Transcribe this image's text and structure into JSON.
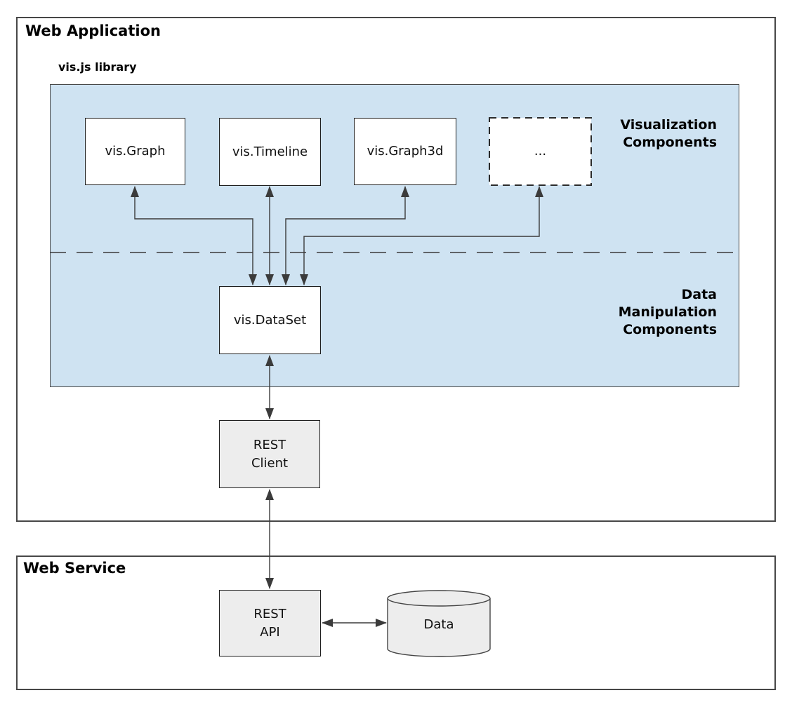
{
  "colors": {
    "panel_blue": "#cfe3f2",
    "node_gray": "#ededed",
    "line": "#3b3b3b"
  },
  "web_application": {
    "title": "Web Application",
    "vis_library": {
      "title": "vis.js library",
      "sections": {
        "visualization": "Visualization\nComponents",
        "data_manipulation": "Data\nManipulation\nComponents"
      }
    }
  },
  "web_service": {
    "title": "Web Service"
  },
  "nodes": {
    "vis_graph": "vis.Graph",
    "vis_timeline": "vis.Timeline",
    "vis_graph3d": "vis.Graph3d",
    "more_components": "...",
    "vis_dataset": "vis.DataSet",
    "rest_client": "REST\nClient",
    "rest_api": "REST\nAPI",
    "data_store": "Data"
  }
}
